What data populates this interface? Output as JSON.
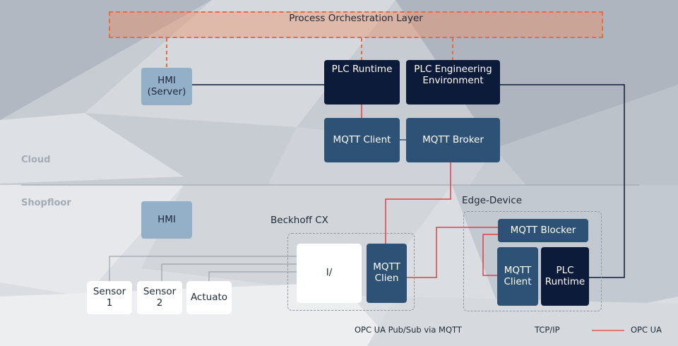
{
  "orchestration_layer": {
    "title": "Process Orchestration Layer"
  },
  "zones": {
    "cloud": "Cloud",
    "shopfloor": "Shopfloor"
  },
  "cloud": {
    "hmi_server": "HMI\n(Server)",
    "plc_runtime": "PLC Runtime",
    "plc_engineering": "PLC Engineering\nEnvironment",
    "mqtt_client": "MQTT Client",
    "mqtt_broker": "MQTT Broker"
  },
  "shopfloor": {
    "hmi": "HMI",
    "beckhoff_label": "Beckhoff CX",
    "io_module": "I/",
    "beckhoff_mqtt_client": "MQTT\nClien",
    "edge_label": "Edge-Device",
    "mqtt_blocker": "MQTT Blocker",
    "edge_mqtt_client": "MQTT\nClient",
    "edge_plc_runtime": "PLC\nRuntime",
    "sensor_1": "Sensor\n1",
    "sensor_2": "Sensor\n2",
    "actuator": "Actuato"
  },
  "legend": {
    "opc_ua_pubsub": "OPC UA Pub/Sub via MQTT",
    "tcp_ip": "TCP/IP",
    "opc_ua": "OPC UA"
  },
  "colors": {
    "orchestration": "#ec6b3d",
    "mqtt_link": "#e04040",
    "opc_ua_link": "#0d1b3a",
    "tcp_link": "#8e96a1",
    "dark_box": "#0d1b3a",
    "mid_box": "#2e5275",
    "light_box": "#94afc8"
  }
}
